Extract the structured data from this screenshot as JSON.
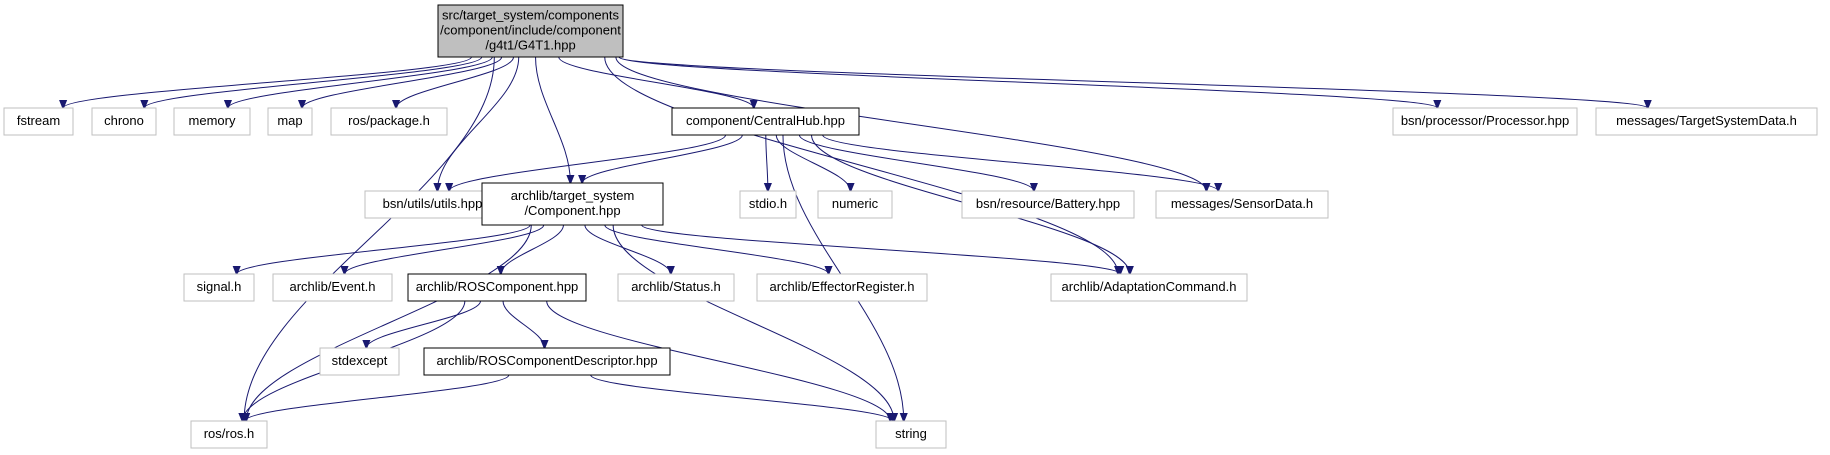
{
  "colors": {
    "edge": "#191970",
    "root_fill": "#bfbfbf",
    "documented_border": "#000000",
    "external_border": "#bfbfbf",
    "text": "#000000"
  },
  "nodes": [
    {
      "id": "root",
      "lines": [
        "src/target_system/components",
        "/component/include/component",
        "/g4t1/G4T1.hpp"
      ],
      "kind": "root"
    },
    {
      "id": "fstream",
      "lines": [
        "fstream"
      ],
      "kind": "external"
    },
    {
      "id": "chrono",
      "lines": [
        "chrono"
      ],
      "kind": "external"
    },
    {
      "id": "memory",
      "lines": [
        "memory"
      ],
      "kind": "external"
    },
    {
      "id": "map",
      "lines": [
        "map"
      ],
      "kind": "external"
    },
    {
      "id": "ros_package",
      "lines": [
        "ros/package.h"
      ],
      "kind": "external"
    },
    {
      "id": "centralhub",
      "lines": [
        "component/CentralHub.hpp"
      ],
      "kind": "documented"
    },
    {
      "id": "processor",
      "lines": [
        "bsn/processor/Processor.hpp"
      ],
      "kind": "external"
    },
    {
      "id": "targetsystemdata",
      "lines": [
        "messages/TargetSystemData.h"
      ],
      "kind": "external"
    },
    {
      "id": "utils",
      "lines": [
        "bsn/utils/utils.hpp"
      ],
      "kind": "external"
    },
    {
      "id": "component",
      "lines": [
        "archlib/target_system",
        "/Component.hpp"
      ],
      "kind": "documented"
    },
    {
      "id": "stdio",
      "lines": [
        "stdio.h"
      ],
      "kind": "external"
    },
    {
      "id": "numeric",
      "lines": [
        "numeric"
      ],
      "kind": "external"
    },
    {
      "id": "battery",
      "lines": [
        "bsn/resource/Battery.hpp"
      ],
      "kind": "external"
    },
    {
      "id": "sensordata",
      "lines": [
        "messages/SensorData.h"
      ],
      "kind": "external"
    },
    {
      "id": "signal",
      "lines": [
        "signal.h"
      ],
      "kind": "external"
    },
    {
      "id": "event",
      "lines": [
        "archlib/Event.h"
      ],
      "kind": "external"
    },
    {
      "id": "roscomponent",
      "lines": [
        "archlib/ROSComponent.hpp"
      ],
      "kind": "documented"
    },
    {
      "id": "status",
      "lines": [
        "archlib/Status.h"
      ],
      "kind": "external"
    },
    {
      "id": "effector",
      "lines": [
        "archlib/EffectorRegister.h"
      ],
      "kind": "external"
    },
    {
      "id": "adaptation",
      "lines": [
        "archlib/AdaptationCommand.h"
      ],
      "kind": "external"
    },
    {
      "id": "stdexcept",
      "lines": [
        "stdexcept"
      ],
      "kind": "external"
    },
    {
      "id": "descriptor",
      "lines": [
        "archlib/ROSComponentDescriptor.hpp"
      ],
      "kind": "documented"
    },
    {
      "id": "ros",
      "lines": [
        "ros/ros.h"
      ],
      "kind": "external"
    },
    {
      "id": "string",
      "lines": [
        "string"
      ],
      "kind": "external"
    }
  ],
  "edges": [
    [
      "root",
      "fstream"
    ],
    [
      "root",
      "chrono"
    ],
    [
      "root",
      "memory"
    ],
    [
      "root",
      "map"
    ],
    [
      "root",
      "ros_package"
    ],
    [
      "root",
      "centralhub"
    ],
    [
      "root",
      "processor"
    ],
    [
      "root",
      "targetsystemdata"
    ],
    [
      "root",
      "utils"
    ],
    [
      "root",
      "component"
    ],
    [
      "root",
      "sensordata"
    ],
    [
      "root",
      "adaptation"
    ],
    [
      "root",
      "ros"
    ],
    [
      "centralhub",
      "utils"
    ],
    [
      "centralhub",
      "component"
    ],
    [
      "centralhub",
      "stdio"
    ],
    [
      "centralhub",
      "numeric"
    ],
    [
      "centralhub",
      "battery"
    ],
    [
      "centralhub",
      "sensordata"
    ],
    [
      "centralhub",
      "adaptation"
    ],
    [
      "centralhub",
      "string"
    ],
    [
      "component",
      "ros"
    ],
    [
      "component",
      "signal"
    ],
    [
      "component",
      "event"
    ],
    [
      "component",
      "roscomponent"
    ],
    [
      "component",
      "status"
    ],
    [
      "component",
      "effector"
    ],
    [
      "component",
      "adaptation"
    ],
    [
      "component",
      "string"
    ],
    [
      "roscomponent",
      "ros"
    ],
    [
      "roscomponent",
      "stdexcept"
    ],
    [
      "roscomponent",
      "descriptor"
    ],
    [
      "roscomponent",
      "string"
    ],
    [
      "descriptor",
      "ros"
    ],
    [
      "descriptor",
      "string"
    ]
  ]
}
